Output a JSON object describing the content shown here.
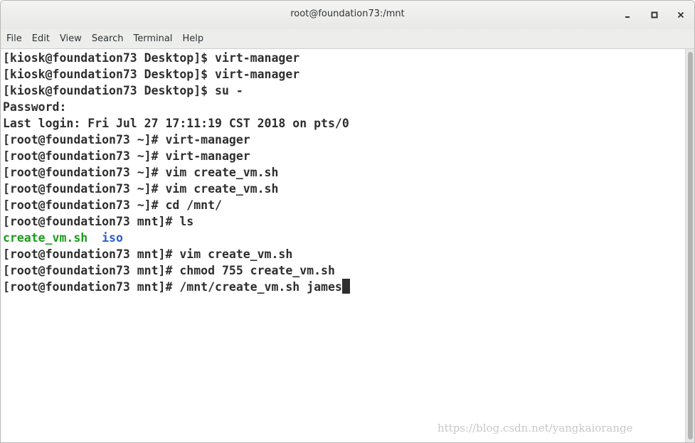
{
  "window": {
    "title": "root@foundation73:/mnt",
    "minimize_icon": "minimize-icon",
    "maximize_icon": "maximize-icon",
    "close_icon": "close-icon"
  },
  "menu": [
    "File",
    "Edit",
    "View",
    "Search",
    "Terminal",
    "Help"
  ],
  "terminal": {
    "lines": [
      "[kiosk@foundation73 Desktop]$ virt-manager",
      "[kiosk@foundation73 Desktop]$ virt-manager",
      "[kiosk@foundation73 Desktop]$ su -",
      "Password:",
      "Last login: Fri Jul 27 17:11:19 CST 2018 on pts/0",
      "[root@foundation73 ~]# virt-manager",
      "[root@foundation73 ~]# virt-manager",
      "[root@foundation73 ~]# vim create_vm.sh",
      "[root@foundation73 ~]# vim create_vm.sh",
      "[root@foundation73 ~]# cd /mnt/",
      "[root@foundation73 mnt]# ls"
    ],
    "ls_output": {
      "file": "create_vm.sh",
      "dir": "iso",
      "file_color": "#1c9c1c",
      "dir_color": "#2a5fd0"
    },
    "lines_after": [
      "[root@foundation73 mnt]# vim create_vm.sh",
      "[root@foundation73 mnt]# chmod 755 create_vm.sh",
      "[root@foundation73 mnt]# /mnt/create_vm.sh james"
    ]
  },
  "watermark": "https://blog.csdn.net/yangkaiorange"
}
